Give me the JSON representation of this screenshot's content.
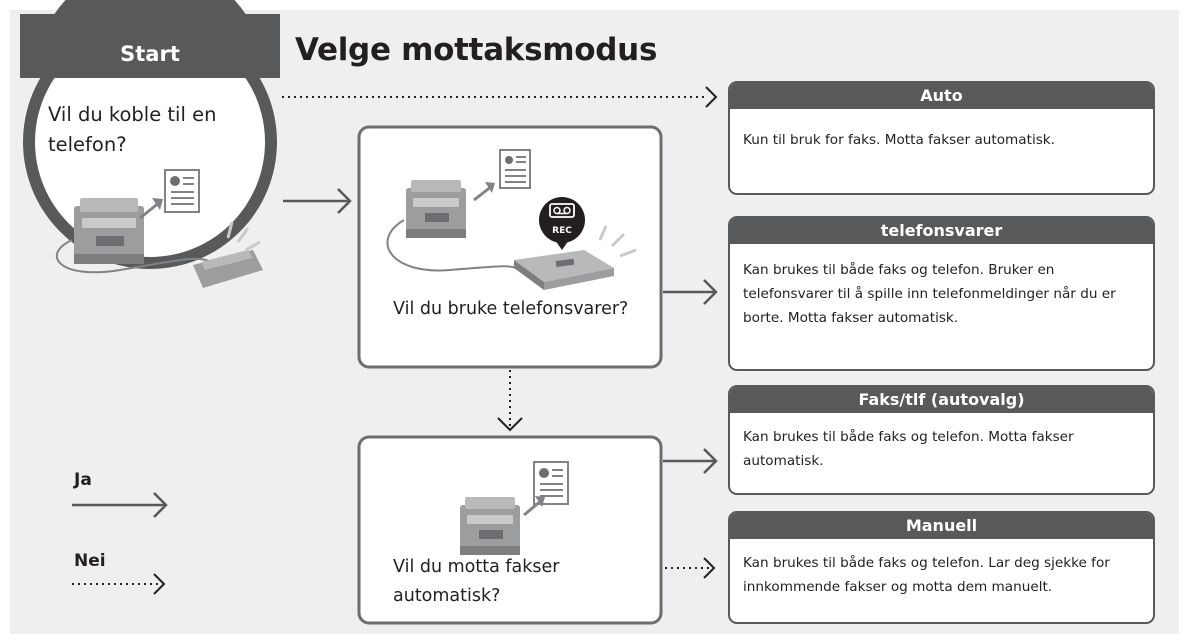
{
  "title": "Velge mottaksmodus",
  "start": {
    "label": "Start",
    "question": "Vil du koble til en telefon?"
  },
  "questions": [
    {
      "text": "Vil du bruke telefonsvarer?"
    },
    {
      "text": "Vil du motta fakser automatisk?"
    }
  ],
  "rec_badge": "REC",
  "modes": [
    {
      "name": "Auto",
      "description": "Kun til bruk for faks. Motta fakser automatisk."
    },
    {
      "name": "telefonsvarer",
      "description": "Kan brukes til både faks og telefon. Bruker en telefonsvarer til å spille inn telefonmeldinger når du er borte. Motta fakser automatisk."
    },
    {
      "name": "Faks/tlf (autovalg)",
      "description": "Kan brukes til både faks og telefon. Motta fakser automatisk."
    },
    {
      "name": "Manuell",
      "description": "Kan brukes til både faks og telefon. Lar deg sjekke for innkommende fakser og motta dem manuelt."
    }
  ],
  "legend": {
    "yes_label": "Ja",
    "no_label": "Nei"
  },
  "colors": {
    "dark": "#58595b",
    "background": "#efefef",
    "text": "#231f20"
  }
}
